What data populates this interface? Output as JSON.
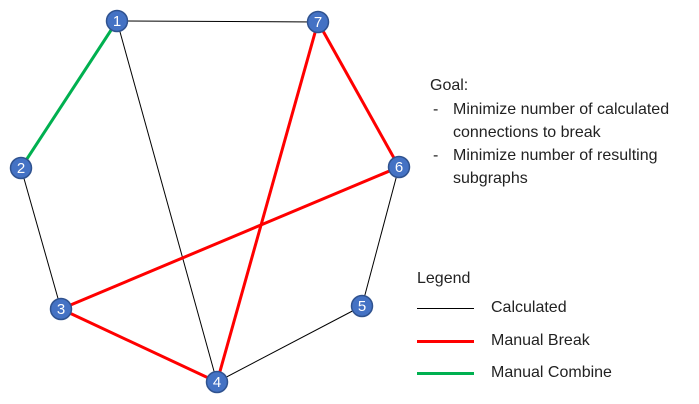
{
  "colors": {
    "calculated": "#000000",
    "manual_break": "#ff0000",
    "manual_combine": "#00b050",
    "node_fill": "#4472c4",
    "node_stroke": "#2f528f"
  },
  "nodes": [
    {
      "id": "1",
      "label": "1"
    },
    {
      "id": "2",
      "label": "2"
    },
    {
      "id": "3",
      "label": "3"
    },
    {
      "id": "4",
      "label": "4"
    },
    {
      "id": "5",
      "label": "5"
    },
    {
      "id": "6",
      "label": "6"
    },
    {
      "id": "7",
      "label": "7"
    }
  ],
  "edges": [
    {
      "from": "1",
      "to": "7",
      "type": "calculated"
    },
    {
      "from": "1",
      "to": "4",
      "type": "calculated"
    },
    {
      "from": "2",
      "to": "3",
      "type": "calculated"
    },
    {
      "from": "4",
      "to": "5",
      "type": "calculated"
    },
    {
      "from": "5",
      "to": "6",
      "type": "calculated"
    },
    {
      "from": "7",
      "to": "4",
      "type": "manual_break"
    },
    {
      "from": "7",
      "to": "6",
      "type": "manual_break"
    },
    {
      "from": "6",
      "to": "3",
      "type": "manual_break"
    },
    {
      "from": "3",
      "to": "4",
      "type": "manual_break"
    },
    {
      "from": "1",
      "to": "2",
      "type": "manual_combine"
    }
  ],
  "goal": {
    "title": "Goal:",
    "items": [
      "Minimize number of calculated connections to break",
      "Minimize number of resulting subgraphs"
    ]
  },
  "legend": {
    "title": "Legend",
    "items": [
      {
        "type": "calculated",
        "label": "Calculated"
      },
      {
        "type": "manual_break",
        "label": "Manual Break"
      },
      {
        "type": "manual_combine",
        "label": "Manual Combine"
      }
    ]
  }
}
